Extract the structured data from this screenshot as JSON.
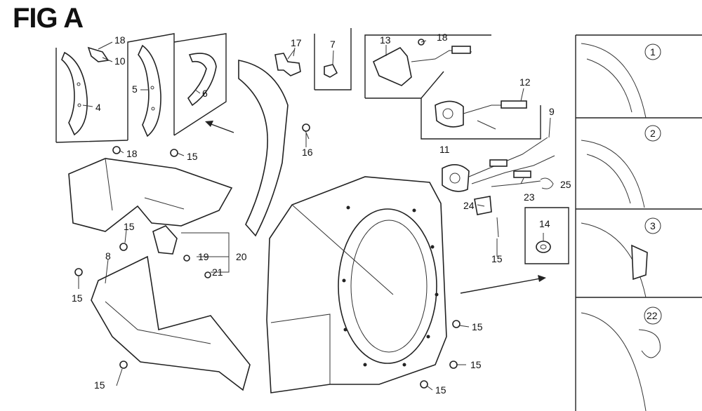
{
  "figure": {
    "title": "FIG A"
  },
  "part_numbers": {
    "p1": "1",
    "p2": "2",
    "p3": "3",
    "p4": "4",
    "p5": "5",
    "p6": "6",
    "p7": "7",
    "p8": "8",
    "p9": "9",
    "p10": "10",
    "p11": "11",
    "p12": "12",
    "p13": "13",
    "p14": "14",
    "p15": "15",
    "p16": "16",
    "p17": "17",
    "p18": "18",
    "p19": "19",
    "p20": "20",
    "p21": "21",
    "p22": "22",
    "p23": "23",
    "p24": "24",
    "p25": "25"
  },
  "variant_circles": [
    "1",
    "2",
    "3",
    "22"
  ]
}
